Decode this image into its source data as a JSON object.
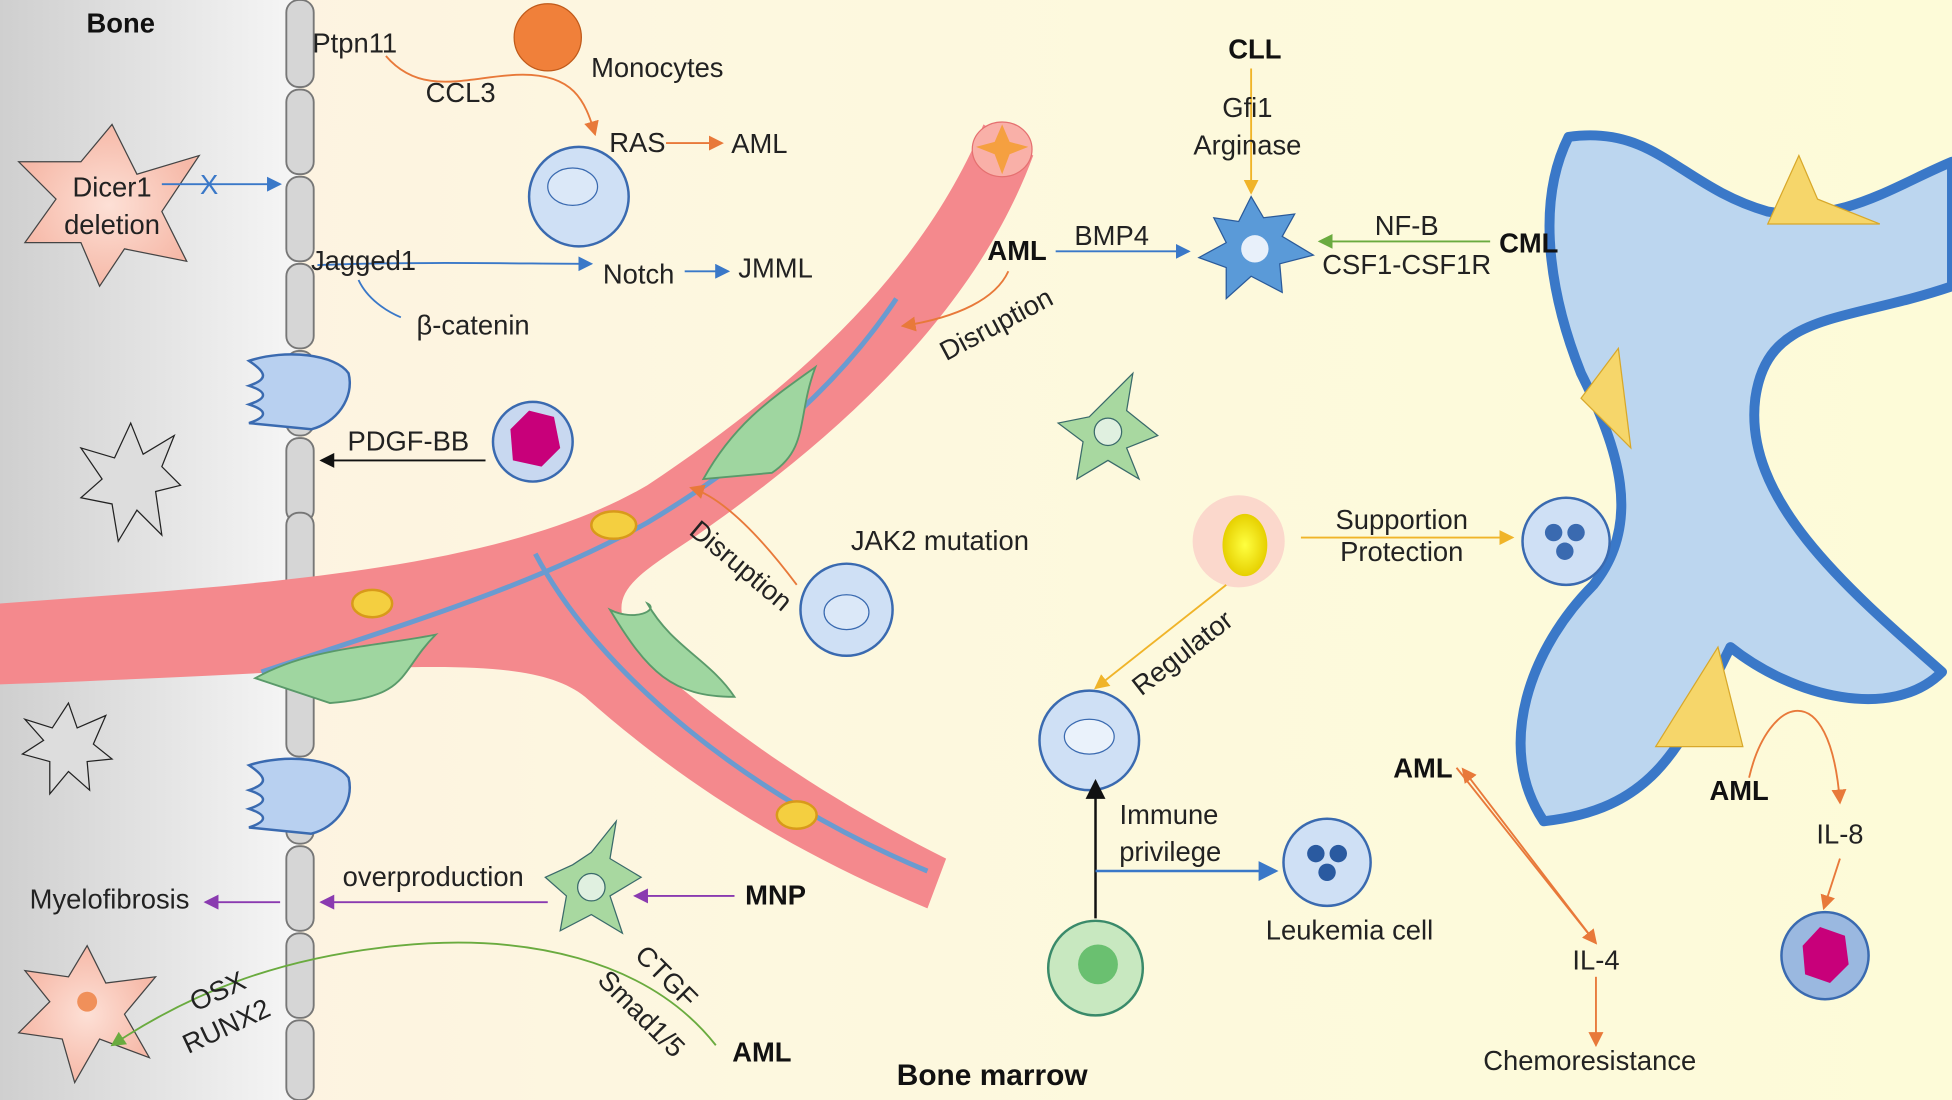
{
  "labels": {
    "bone": "Bone",
    "bone_marrow": "Bone marrow",
    "ptpn11": "Ptpn11",
    "ccl3": "CCL3",
    "monocytes": "Monocytes",
    "ras": "RAS",
    "aml_ras": "AML",
    "dicer1": "Dicer1",
    "deletion": "deletion",
    "x_mark": "X",
    "jagged1": "Jagged1",
    "notch": "Notch",
    "jmml": "JMML",
    "beta_catenin": "β-catenin",
    "pdgf_bb": "PDGF-BB",
    "cll": "CLL",
    "gfi1": "Gfi1",
    "arginase": "Arginase",
    "aml_bmp4": "AML",
    "bmp4": "BMP4",
    "nf_b": "NF-B",
    "csf1": "CSF1-CSF1R",
    "cml": "CML",
    "disruption_1": "Disruption",
    "disruption_2": "Disruption",
    "jak2": "JAK2 mutation",
    "supportion": "Supportion",
    "protection": "Protection",
    "regulator": "Regulator",
    "aml_il4": "AML",
    "aml_il8": "AML",
    "il8": "IL-8",
    "il4": "IL-4",
    "chemoresistance": "Chemoresistance",
    "immune": "Immune",
    "privilege": "privilege",
    "leukemia_cell": "Leukemia cell",
    "myelofibrosis": "Myelofibrosis",
    "overproduction": "overproduction",
    "mnp": "MNP",
    "osx": "OSX",
    "runx2": "RUNX2",
    "ctgf": "CTGF",
    "smad": "Smad1/5",
    "aml_ctgf": "AML"
  },
  "colors": {
    "orange_arrow": "#e8793a",
    "blue_arrow": "#3a78c8",
    "green_arrow": "#6aab3f",
    "yellow_arrow": "#f0b429",
    "purple_arrow": "#8a3ab0",
    "vessel": "#f4898d",
    "sinusoid": "#bcd6ef",
    "marrow_bg": "#fdf9dc",
    "bone_bg": "#d8d8d8"
  }
}
